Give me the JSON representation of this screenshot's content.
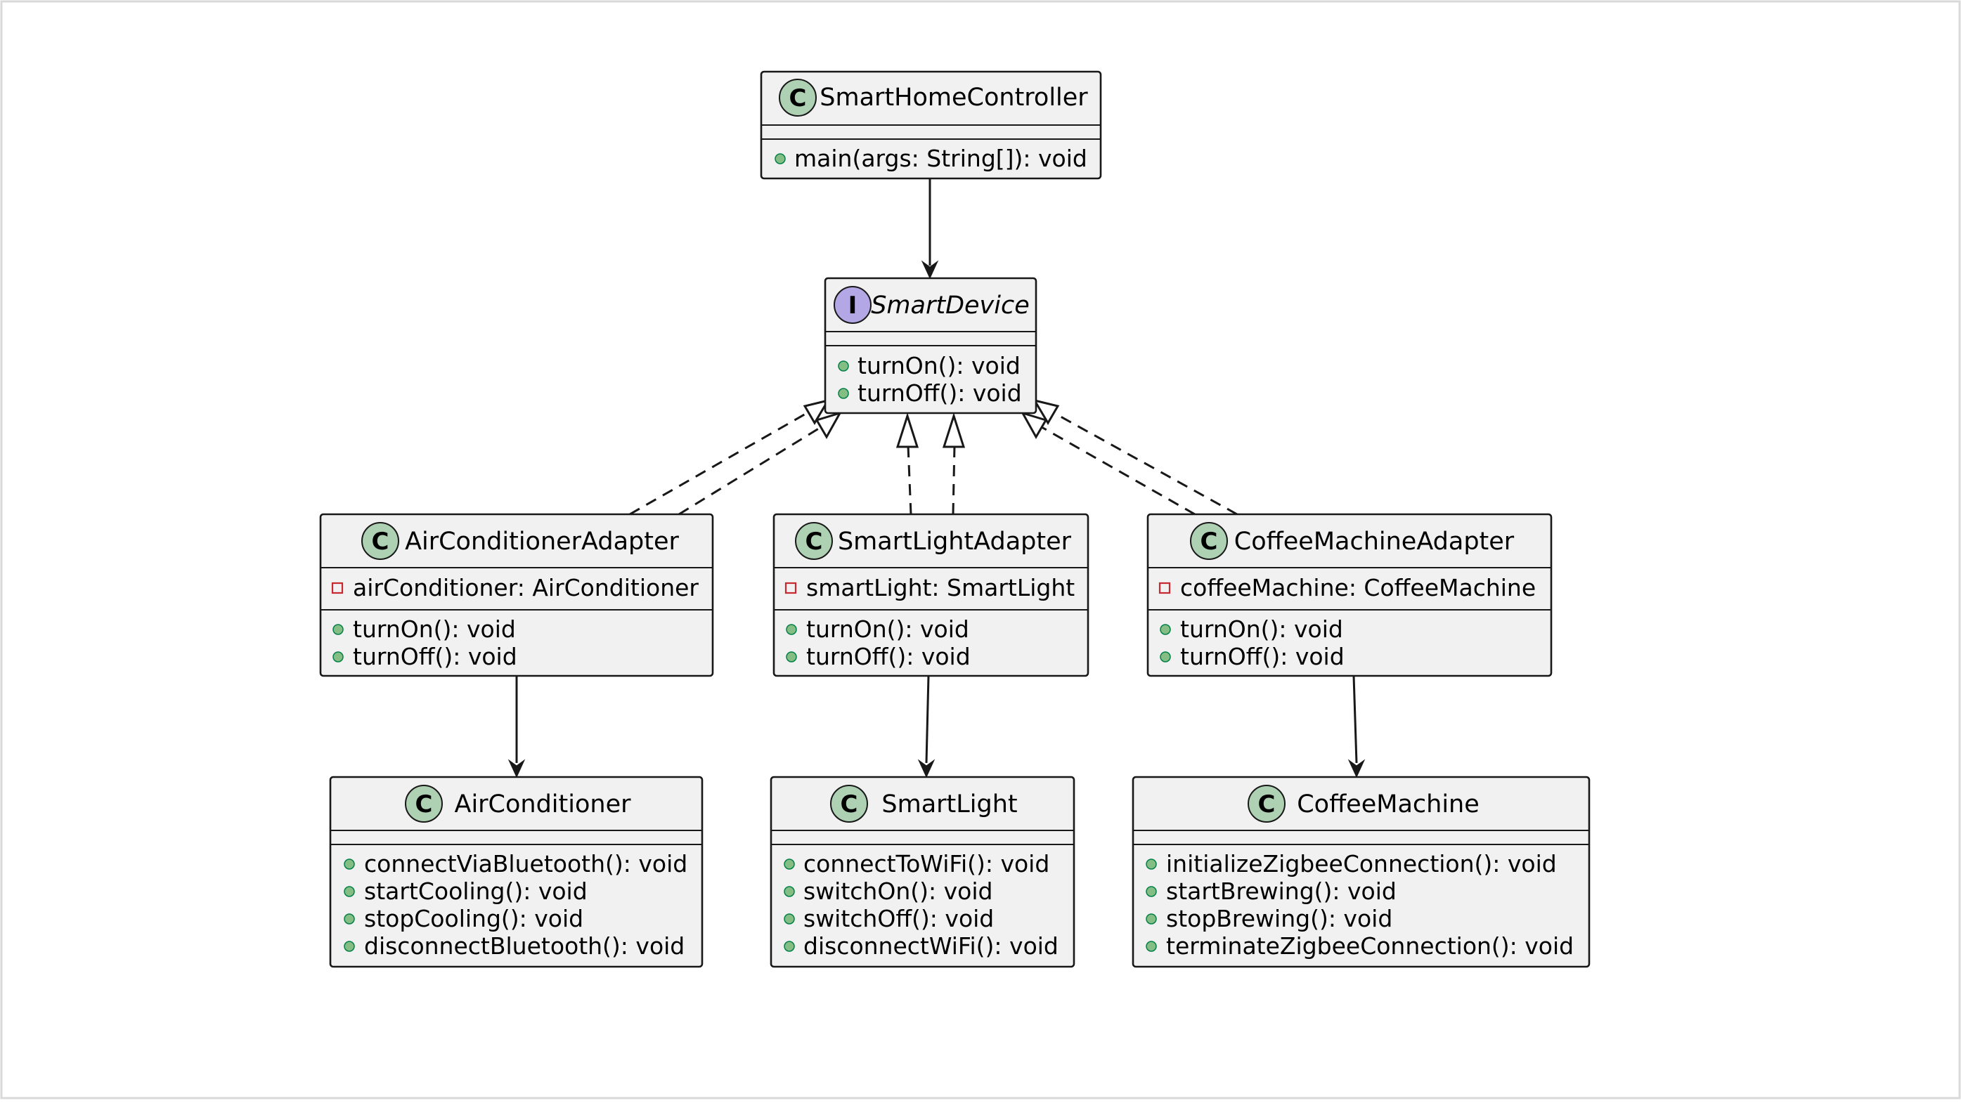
{
  "diagram": {
    "type": "uml-class-diagram",
    "classes": {
      "controller": {
        "name": "SmartHomeController",
        "kind": "class",
        "stereotype_letter": "C",
        "attributes": [],
        "methods": [
          "main(args: String[]): void"
        ]
      },
      "interface": {
        "name": "SmartDevice",
        "kind": "interface",
        "stereotype_letter": "I",
        "attributes": [],
        "methods": [
          "turnOn(): void",
          "turnOff(): void"
        ]
      },
      "ac_adapter": {
        "name": "AirConditionerAdapter",
        "kind": "class",
        "stereotype_letter": "C",
        "attributes": [
          "airConditioner: AirConditioner"
        ],
        "methods": [
          "turnOn(): void",
          "turnOff(): void"
        ]
      },
      "light_adapter": {
        "name": "SmartLightAdapter",
        "kind": "class",
        "stereotype_letter": "C",
        "attributes": [
          "smartLight: SmartLight"
        ],
        "methods": [
          "turnOn(): void",
          "turnOff(): void"
        ]
      },
      "coffee_adapter": {
        "name": "CoffeeMachineAdapter",
        "kind": "class",
        "stereotype_letter": "C",
        "attributes": [
          "coffeeMachine: CoffeeMachine"
        ],
        "methods": [
          "turnOn(): void",
          "turnOff(): void"
        ]
      },
      "ac": {
        "name": "AirConditioner",
        "kind": "class",
        "stereotype_letter": "C",
        "attributes": [],
        "methods": [
          "connectViaBluetooth(): void",
          "startCooling(): void",
          "stopCooling(): void",
          "disconnectBluetooth(): void"
        ]
      },
      "light": {
        "name": "SmartLight",
        "kind": "class",
        "stereotype_letter": "C",
        "attributes": [],
        "methods": [
          "connectToWiFi(): void",
          "switchOn(): void",
          "switchOff(): void",
          "disconnectWiFi(): void"
        ]
      },
      "coffee": {
        "name": "CoffeeMachine",
        "kind": "class",
        "stereotype_letter": "C",
        "attributes": [],
        "methods": [
          "initializeZigbeeConnection(): void",
          "startBrewing(): void",
          "stopBrewing(): void",
          "terminateZigbeeConnection(): void"
        ]
      }
    },
    "relations": [
      {
        "from": "SmartHomeController",
        "to": "SmartDevice",
        "type": "association"
      },
      {
        "from": "AirConditionerAdapter",
        "to": "SmartDevice",
        "type": "realization"
      },
      {
        "from": "SmartLightAdapter",
        "to": "SmartDevice",
        "type": "realization"
      },
      {
        "from": "CoffeeMachineAdapter",
        "to": "SmartDevice",
        "type": "realization"
      },
      {
        "from": "AirConditionerAdapter",
        "to": "SmartDevice",
        "type": "realization"
      },
      {
        "from": "SmartLightAdapter",
        "to": "SmartDevice",
        "type": "realization"
      },
      {
        "from": "CoffeeMachineAdapter",
        "to": "SmartDevice",
        "type": "realization"
      },
      {
        "from": "AirConditionerAdapter",
        "to": "AirConditioner",
        "type": "association"
      },
      {
        "from": "SmartLightAdapter",
        "to": "SmartLight",
        "type": "association"
      },
      {
        "from": "CoffeeMachineAdapter",
        "to": "CoffeeMachine",
        "type": "association"
      }
    ],
    "colors": {
      "class_badge": "#add1b2",
      "interface_badge": "#b4a7e5",
      "box_fill": "#f1f1f1",
      "public_marker": "#84be84",
      "private_marker": "#c82930",
      "line": "#181818"
    }
  }
}
